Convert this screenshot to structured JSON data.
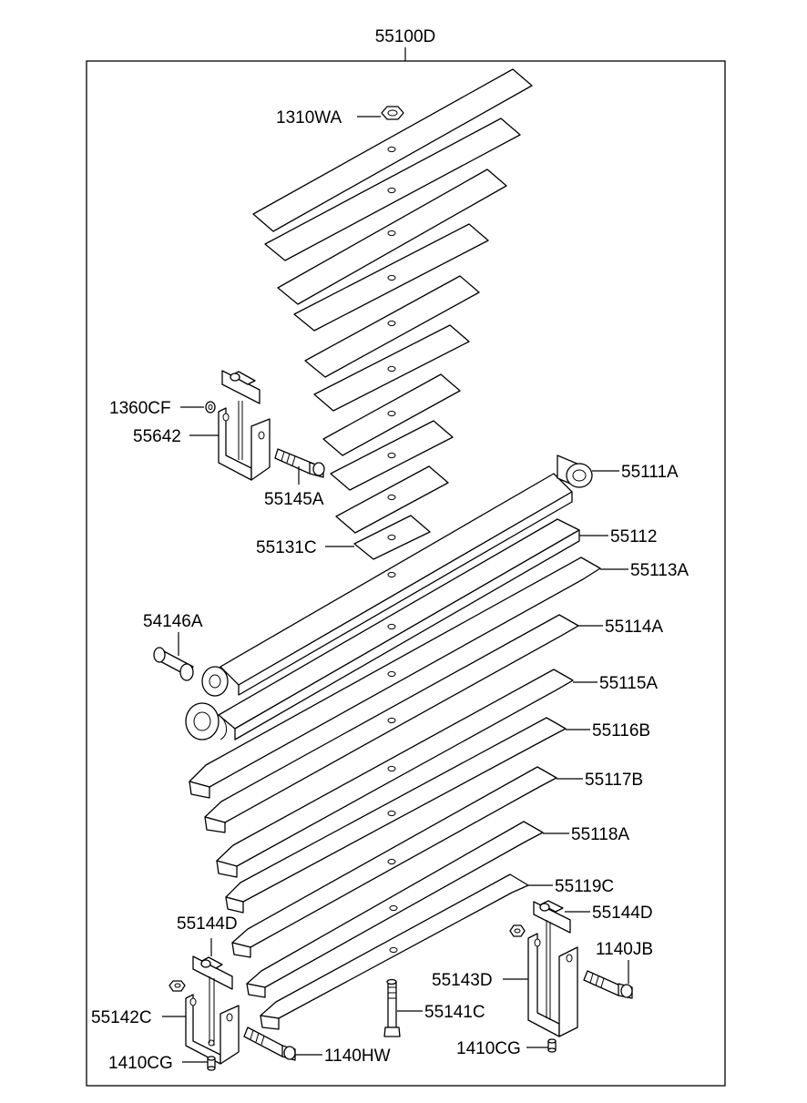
{
  "assembly_label": "55100D",
  "labels": {
    "nut_top": "1310WA",
    "washer_left": "1360CF",
    "bracket_left_upper": "55642",
    "bolt_left_upper": "55145A",
    "spacer_leaf": "55131C",
    "bushing_eye_right": "55111A",
    "leaf_2": "55112",
    "leaf_3": "55113A",
    "bushing_left": "54146A",
    "leaf_4": "55114A",
    "leaf_5": "55115A",
    "leaf_6": "55116B",
    "leaf_7": "55117B",
    "leaf_8": "55118A",
    "leaf_9": "55119C",
    "pin_right": "55144D",
    "pin_left": "55144D",
    "bolt_right": "1140JB",
    "shackle_right": "55143D",
    "shackle_left": "55142C",
    "center_bolt": "55141C",
    "bolt_left_lower": "1140HW",
    "grease_left": "1410CG",
    "grease_right": "1410CG"
  }
}
